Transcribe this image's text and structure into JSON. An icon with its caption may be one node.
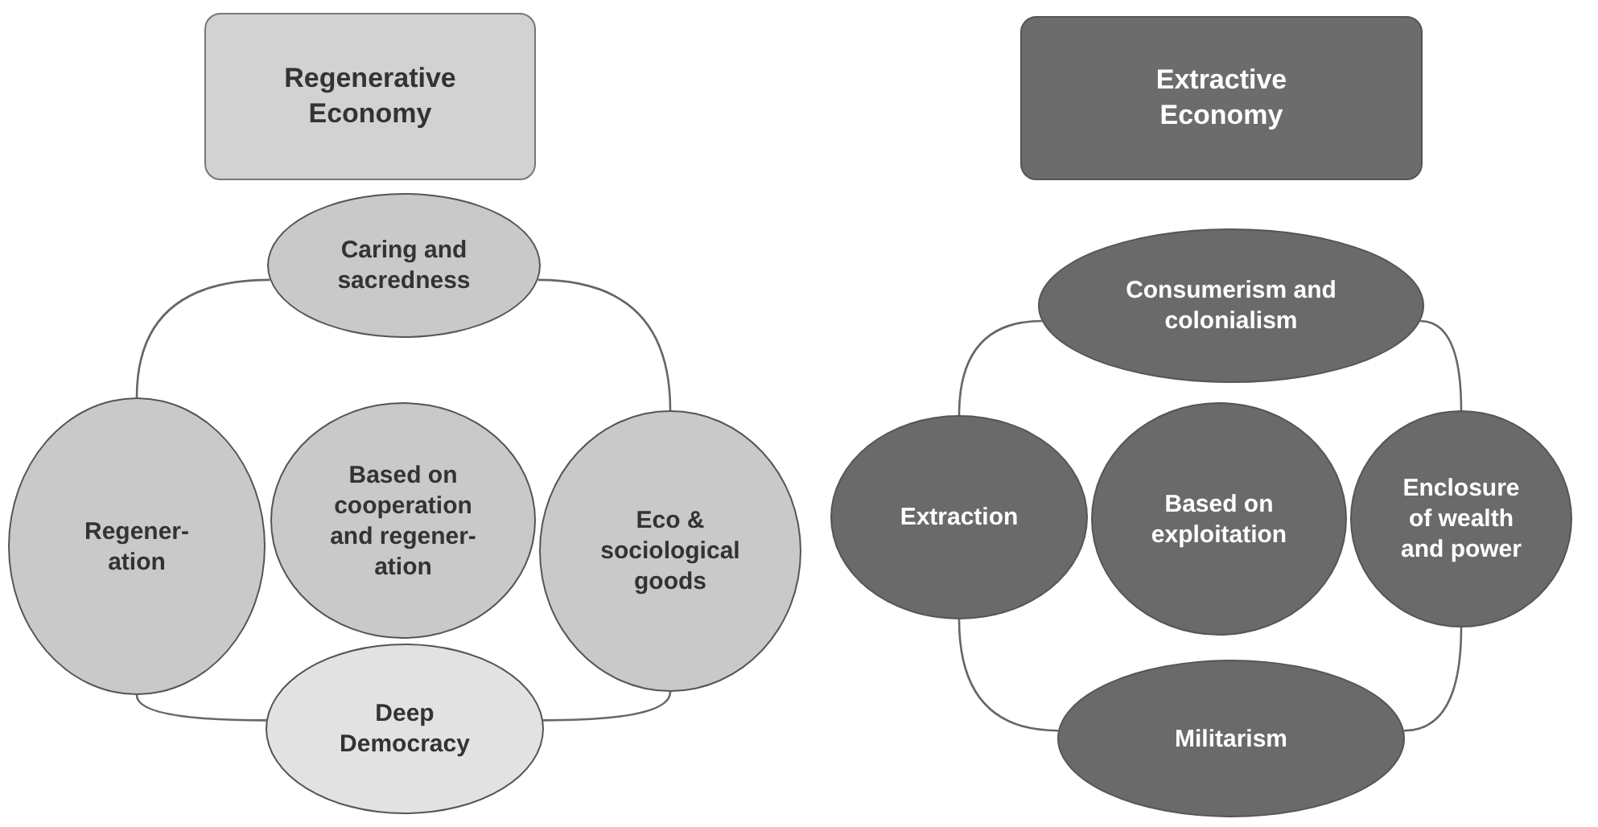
{
  "diagram": {
    "nodes": [
      {
        "text": [
          "Regenerative Economy"
        ]
      },
      {
        "text": [
          "Caring and sacredness"
        ]
      },
      {
        "text": [
          "Regener-ation"
        ]
      },
      {
        "text": [
          "Based on cooperation and regener-ation"
        ]
      },
      {
        "text": [
          "Eco & sociological goods"
        ]
      },
      {
        "text": [
          "Deep Democracy"
        ]
      },
      {
        "text": [
          "Extractive Economy"
        ]
      },
      {
        "text": [
          "Consumerism and colonialism"
        ]
      },
      {
        "text": [
          "Extraction"
        ]
      },
      {
        "text": [
          "Based on exploitation"
        ]
      },
      {
        "text": [
          "Enclosure of wealth and power"
        ]
      },
      {
        "text": [
          "Militarism"
        ]
      }
    ],
    "edges": [
      {
        "from": 1,
        "to": 2,
        "arrow": "none"
      },
      {
        "from": 1,
        "to": 4,
        "arrow": "none"
      },
      {
        "from": 5,
        "to": 2,
        "arrow": "none"
      },
      {
        "from": 5,
        "to": 4,
        "arrow": "none"
      },
      {
        "from": 7,
        "to": 8,
        "arrow": "none"
      },
      {
        "from": 7,
        "to": 10,
        "arrow": "none"
      },
      {
        "from": 11,
        "to": 8,
        "arrow": "none"
      },
      {
        "from": 11,
        "to": 10,
        "arrow": "none"
      }
    ]
  }
}
